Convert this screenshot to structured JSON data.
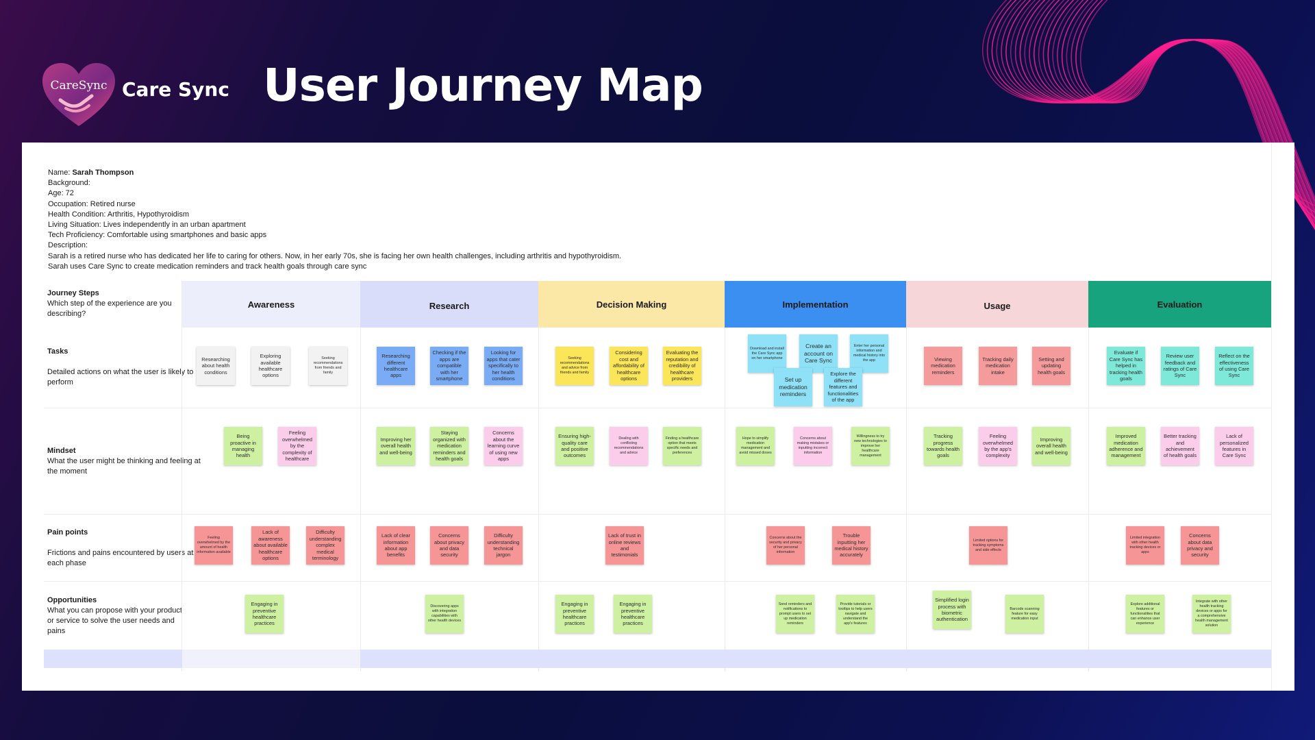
{
  "header": {
    "logo_text": "CareSync",
    "brand_name": "Care Sync",
    "title": "User Journey Map"
  },
  "colors": {
    "stage_awareness": "#eceefb",
    "stage_research": "#d9ddfa",
    "stage_decision": "#fbe7a6",
    "stage_implementation": "#3b8ff0",
    "stage_usage": "#f6d6d9",
    "stage_evaluation": "#16a37e",
    "footer_band": "#dde1fb",
    "wave": "#ff1f8e"
  },
  "persona": {
    "name_label": "Name:",
    "name": "Sarah Thompson",
    "background": "Background:",
    "age": "Age: 72",
    "occupation": "Occupation: Retired nurse",
    "health": "Health Condition: Arthritis, Hypothyroidism",
    "living": "Living Situation: Lives independently in an urban apartment",
    "tech": "Tech Proficiency: Comfortable using smartphones and basic apps",
    "description_label": "Description:",
    "description_1": "Sarah is a retired nurse who has dedicated her life to caring for others. Now, in her early 70s, she is facing her own health challenges, including arthritis and hypothyroidism.",
    "description_2": "Sarah uses Care Sync to create medication reminders and track health goals through care sync"
  },
  "rows": {
    "steps_title": "Journey Steps",
    "steps_desc": "Which step of the experience are you describing?",
    "tasks_title": "Tasks",
    "tasks_desc": "Detailed actions on what the user is likely to perform",
    "mindset_title": "Mindset",
    "mindset_desc": "What the user might be thinking and feeling at the moment",
    "pain_title": "Pain points",
    "pain_desc": "Frictions and pains encountered by users at each phase",
    "opp_title": "Opportunities",
    "opp_desc": "What you can propose with your product or service to solve the user needs and pains"
  },
  "stages": [
    "Awareness",
    "Research",
    "Decision Making",
    "Implementation",
    "Usage",
    "Evaluation"
  ],
  "notes": {
    "tasks": [
      [
        "Researching about health conditions",
        "Exploring available healthcare options",
        "Seeking recommendations from friends and family"
      ],
      [
        "Researching different healthcare apps",
        "Checking if the apps are compatible with her smartphone",
        "Looking for apps that cater specifically to her health conditions"
      ],
      [
        "Seeking recommendations and advice from friends and family",
        "Considering cost and affordability of healthcare options",
        "Evaluating the reputation and credibility of healthcare providers"
      ],
      [
        "Download and install the Care Sync app on her smartphone",
        "Create an account on Care Sync",
        "Enter her personal information and medical history into the app",
        "Set up medication reminders",
        "Explore the different features and functionalities of the app"
      ],
      [
        "Viewing medication reminders",
        "Tracking daily medication intake",
        "Setting and updating health goals"
      ],
      [
        "Evaluate if Care Sync has helped in tracking health goals",
        "Review user feedback and ratings of Care Sync",
        "Reflect on the effectiveness of using Care Sync"
      ]
    ],
    "mindset": [
      [
        "Being proactive in managing health",
        "Feeling overwhelmed by the complexity of healthcare"
      ],
      [
        "Improving her overall health and well-being",
        "Staying organized with medication reminders and health goals",
        "Concerns about the learning curve of using new apps"
      ],
      [
        "Ensuring high-quality care and positive outcomes",
        "Dealing with conflicting recommendations and advice",
        "Finding a healthcare option that meets specific needs and preferences"
      ],
      [
        "Hope to simplify medication management and avoid missed doses",
        "Concerns about making mistakes or inputting incorrect information",
        "Willingness to try new technologies to improve her healthcare management"
      ],
      [
        "Tracking progress towards health goals",
        "Feeling overwhelmed by the app's complexity",
        "Improving overall health and well-being"
      ],
      [
        "Improved medication adherence and management",
        "Better tracking and achievement of health goals",
        "Lack of personalized features in Care Sync"
      ]
    ],
    "pain": [
      [
        "Feeling overwhelmed by the amount of health information available",
        "Lack of awareness about available healthcare options",
        "Difficulty understanding complex medical terminology"
      ],
      [
        "Lack of clear information about app benefits",
        "Concerns about privacy and data security",
        "Difficulty understanding technical jargon"
      ],
      [
        "Lack of trust in online reviews and testimonials"
      ],
      [
        "Concerns about the security and privacy of her personal information",
        "Trouble inputting her medical history accurately"
      ],
      [
        "Limited options for tracking symptoms and side effects"
      ],
      [
        "Limited integration with other health tracking devices or apps",
        "Concerns about data privacy and security"
      ]
    ],
    "opp": [
      [
        "Engaging in preventive healthcare practices"
      ],
      [
        "Discovering apps with integration capabilities with other health devices"
      ],
      [
        "Engaging in preventive healthcare practices",
        "Engaging in preventive healthcare practices"
      ],
      [
        "Send reminders and notifications to prompt users to set up medication reminders",
        "Provide tutorials or tooltips to help users navigate and understand the app's features"
      ],
      [
        "Simplified login process with biometric authentication",
        "Barcode scanning feature for easy medication input"
      ],
      [
        "Explore additional features or functionalities that can enhance user experience",
        "Integrate with other health tracking devices or apps for a comprehensive health management solution"
      ]
    ]
  }
}
